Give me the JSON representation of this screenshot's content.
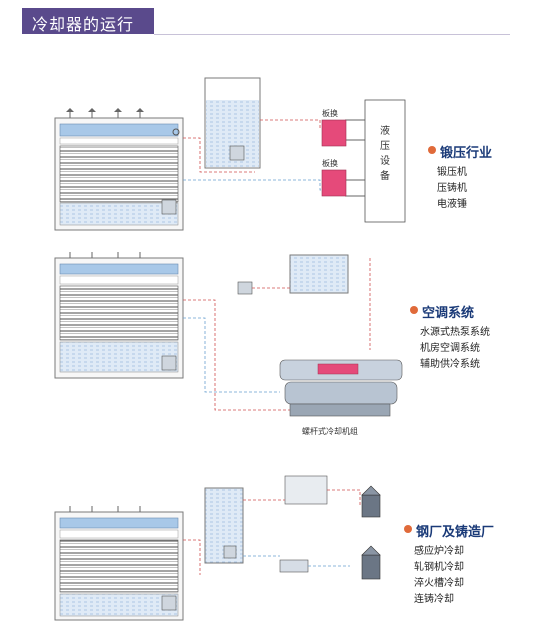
{
  "page_title": "冷却器的运行",
  "sections": [
    {
      "industry": "锻压行业",
      "items": [
        "锻压机",
        "压铸机",
        "电液锤"
      ],
      "labels": {
        "plate_hx_1": "板换",
        "plate_hx_2": "板换",
        "equipment": "液压设备"
      }
    },
    {
      "industry": "空调系统",
      "items": [
        "水源式热泵系统",
        "机房空调系统",
        "辅助供冷系统"
      ],
      "labels": {
        "chiller_unit": "螺杆式冷却机组"
      }
    },
    {
      "industry": "钢厂及铸造厂",
      "items": [
        "感应炉冷却",
        "轧钢机冷却",
        "淬火槽冷却",
        "连铸冷却"
      ]
    }
  ],
  "colors": {
    "title_bg": "#5a4a8c",
    "accent_dot": "#e06a3a",
    "pipe_red": "#d05050",
    "pipe_blue": "#6aa0d0",
    "coil_blue": "#a8c8e8"
  }
}
